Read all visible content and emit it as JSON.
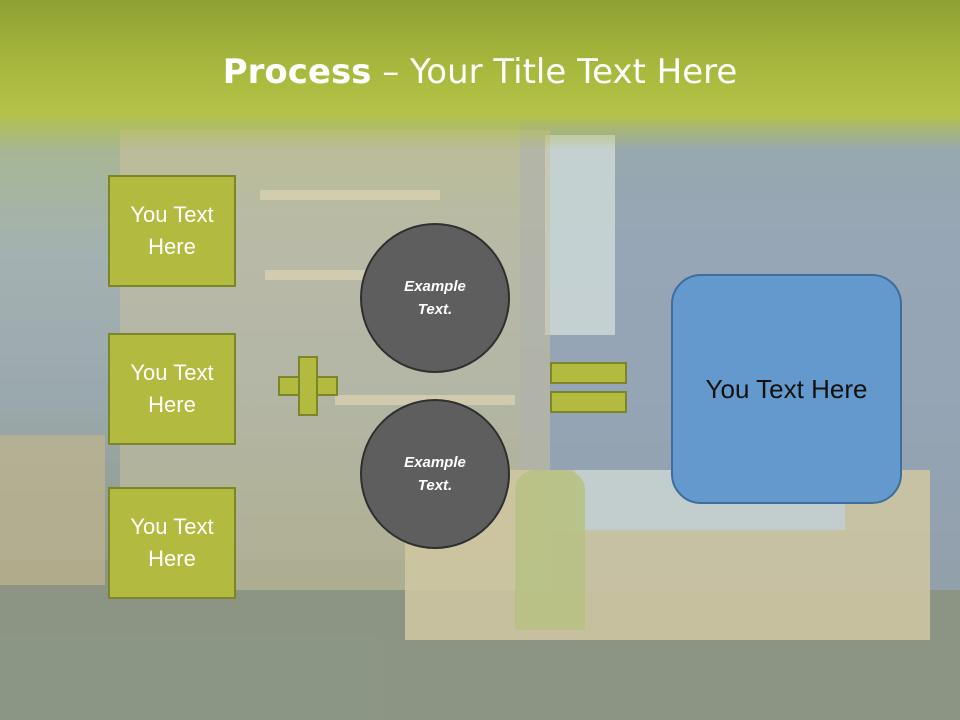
{
  "title": {
    "bold": "Process",
    "rest": " – Your Title Text Here"
  },
  "left_boxes": [
    {
      "line1": "You Text",
      "line2": "Here"
    },
    {
      "line1": "You Text",
      "line2": "Here"
    },
    {
      "line1": "You Text",
      "line2": "Here"
    }
  ],
  "circles": [
    {
      "line1": "Example",
      "line2": "Text."
    },
    {
      "line1": "Example",
      "line2": "Text."
    }
  ],
  "result": {
    "text": "You Text Here"
  },
  "colors": {
    "title_band": "#a8b83d",
    "box_fill": "#b2ba3f",
    "box_border": "#7c8528",
    "circle_fill": "#5e5e5e",
    "result_fill": "#6399cc"
  }
}
